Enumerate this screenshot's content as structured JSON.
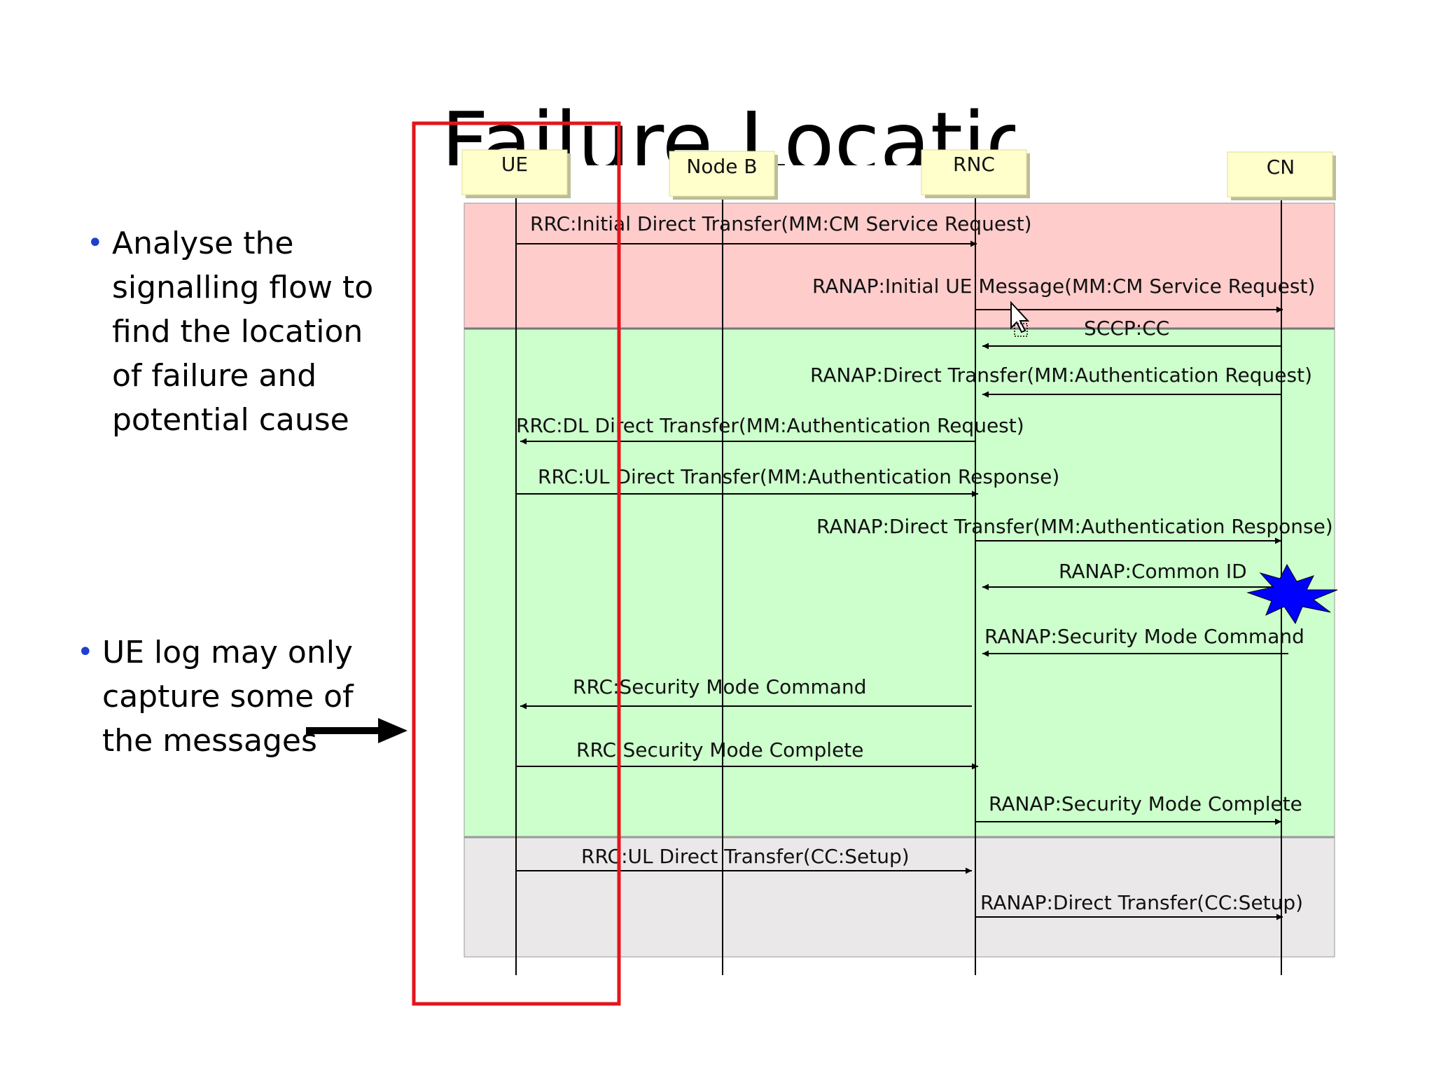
{
  "slide": {
    "title": "Failure Location",
    "bullets_top": [
      "Analyse the signalling flow to find the location of failure and potential cause"
    ],
    "bullets_bottom": [
      "UE log may only capture some of the messages"
    ]
  },
  "entities": [
    {
      "id": "ue",
      "label": "UE"
    },
    {
      "id": "nodeb",
      "label": "Node B"
    },
    {
      "id": "rnc",
      "label": "RNC"
    },
    {
      "id": "cn",
      "label": "CN"
    }
  ],
  "colors": {
    "band_red": "#ffcccc",
    "band_green": "#ccffcc",
    "band_gray": "#ebe8ea",
    "entity_box": "#ffffcc",
    "highlight_frame": "#e3161b",
    "bullet": "#1f3fd0",
    "starburst": "#0000ff"
  },
  "messages": [
    {
      "id": "m1",
      "label": "RRC:Initial Direct Transfer(MM:CM Service Request)",
      "from": "ue",
      "to": "rnc"
    },
    {
      "id": "m2",
      "label": "RANAP:Initial UE Message(MM:CM Service Request)",
      "from": "rnc",
      "to": "cn"
    },
    {
      "id": "m3",
      "label": "SCCP:CC",
      "from": "cn",
      "to": "rnc"
    },
    {
      "id": "m4",
      "label": "RANAP:Direct Transfer(MM:Authentication Request)",
      "from": "cn",
      "to": "rnc"
    },
    {
      "id": "m5",
      "label": "RRC:DL Direct Transfer(MM:Authentication Request)",
      "from": "rnc",
      "to": "ue"
    },
    {
      "id": "m6",
      "label": "RRC:UL Direct Transfer(MM:Authentication Response)",
      "from": "ue",
      "to": "rnc"
    },
    {
      "id": "m7",
      "label": "RANAP:Direct Transfer(MM:Authentication Response)",
      "from": "rnc",
      "to": "cn"
    },
    {
      "id": "m8",
      "label": "RANAP:Common ID",
      "from": "cn",
      "to": "rnc"
    },
    {
      "id": "m9",
      "label": "RANAP:Security Mode Command",
      "from": "cn",
      "to": "rnc"
    },
    {
      "id": "m10",
      "label": "RRC:Security Mode Command",
      "from": "rnc",
      "to": "ue"
    },
    {
      "id": "m11",
      "label": "RRC:Security Mode Complete",
      "from": "ue",
      "to": "rnc"
    },
    {
      "id": "m12",
      "label": "RANAP:Security Mode Complete",
      "from": "rnc",
      "to": "cn"
    },
    {
      "id": "m13",
      "label": "RRC:UL Direct Transfer(CC:Setup)",
      "from": "ue",
      "to": "rnc"
    },
    {
      "id": "m14",
      "label": "RANAP:Direct Transfer(CC:Setup)",
      "from": "rnc",
      "to": "cn"
    }
  ]
}
